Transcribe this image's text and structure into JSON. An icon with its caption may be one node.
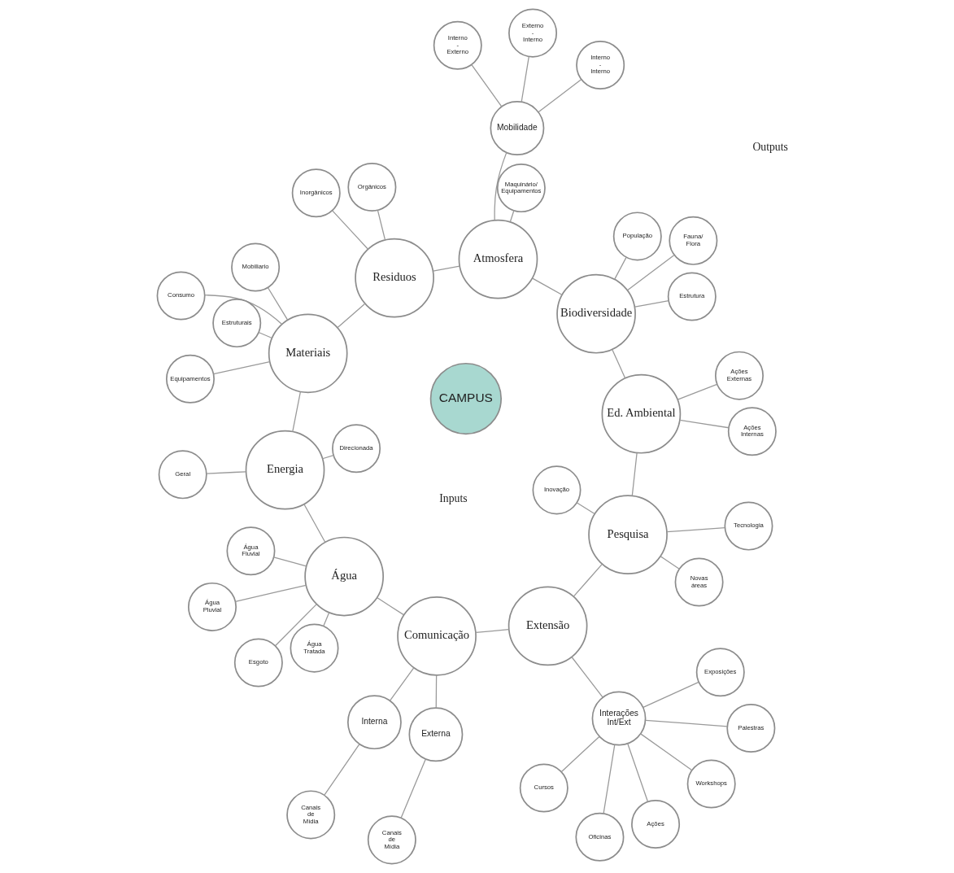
{
  "diagram": {
    "nodes": [
      {
        "text": [
          "CAMPUS"
        ]
      },
      {
        "text": [
          "Água"
        ]
      },
      {
        "text": [
          "Água Tratada"
        ]
      },
      {
        "text": [
          "Água Pluvial"
        ]
      },
      {
        "text": [
          "Água Fluvial"
        ]
      },
      {
        "text": [
          "Esgoto"
        ]
      },
      {
        "text": [
          "Comunicação"
        ]
      },
      {
        "text": [
          "Interna"
        ]
      },
      {
        "text": [
          "Canais de Mídia"
        ]
      },
      {
        "text": [
          "Externa"
        ]
      },
      {
        "text": [
          "Canais de Mídia"
        ]
      },
      {
        "text": [
          "Extensão"
        ]
      },
      {
        "text": [
          "Interações Int/Ext"
        ]
      },
      {
        "text": [
          "Workshops"
        ]
      },
      {
        "text": [
          "Palestras"
        ]
      },
      {
        "text": [
          "Exposições"
        ]
      },
      {
        "text": [
          "Oficinas"
        ]
      },
      {
        "text": [
          "Ações"
        ]
      },
      {
        "text": [
          "Cursos"
        ]
      },
      {
        "text": [
          "Pesquisa"
        ]
      },
      {
        "text": [
          "Inovação"
        ]
      },
      {
        "text": [
          "Tecnologia"
        ]
      },
      {
        "text": [
          "Novas áreas"
        ]
      },
      {
        "text": [
          "Ed. Ambiental"
        ]
      },
      {
        "text": [
          "Ações Internas"
        ]
      },
      {
        "text": [
          "Ações Externas"
        ]
      },
      {
        "text": [
          "Biodiversidade"
        ]
      },
      {
        "text": [
          "Fauna/ Flora"
        ]
      },
      {
        "text": [
          "População"
        ]
      },
      {
        "text": [
          "Estrutura"
        ]
      },
      {
        "text": [
          "Atmosfera"
        ]
      },
      {
        "text": [
          "Maquinário/ Equipamentos"
        ]
      },
      {
        "text": [
          "Mobilidade"
        ]
      },
      {
        "text": [
          "Interno - Externo"
        ]
      },
      {
        "text": [
          "Externo - Interno"
        ]
      },
      {
        "text": [
          "Interno - Interno"
        ]
      },
      {
        "text": [
          "Residuos"
        ]
      },
      {
        "text": [
          "Inorgânicos"
        ]
      },
      {
        "text": [
          "Orgânicos"
        ]
      },
      {
        "text": [
          "Materiais"
        ]
      },
      {
        "text": [
          "Equipamentos"
        ]
      },
      {
        "text": [
          "Mobiliario"
        ]
      },
      {
        "text": [
          "Consumo"
        ]
      },
      {
        "text": [
          "Estruturais"
        ]
      },
      {
        "text": [
          "Energia"
        ]
      },
      {
        "text": [
          "Direcionada"
        ]
      },
      {
        "text": [
          "Geral"
        ]
      }
    ],
    "edges": [
      {
        "from": 1,
        "to": 6,
        "arrow": "none"
      },
      {
        "from": 6,
        "to": 11,
        "arrow": "none"
      },
      {
        "from": 11,
        "to": 19,
        "arrow": "none"
      },
      {
        "from": 19,
        "to": 23,
        "arrow": "none"
      },
      {
        "from": 23,
        "to": 26,
        "arrow": "none"
      },
      {
        "from": 26,
        "to": 30,
        "arrow": "none"
      },
      {
        "from": 30,
        "to": 36,
        "arrow": "none"
      },
      {
        "from": 36,
        "to": 39,
        "arrow": "none"
      },
      {
        "from": 39,
        "to": 44,
        "arrow": "none"
      },
      {
        "from": 44,
        "to": 1,
        "arrow": "none"
      },
      {
        "from": 1,
        "to": 2,
        "arrow": "none"
      },
      {
        "from": 1,
        "to": 3,
        "arrow": "none"
      },
      {
        "from": 1,
        "to": 4,
        "arrow": "none"
      },
      {
        "from": 1,
        "to": 5,
        "arrow": "none"
      },
      {
        "from": 6,
        "to": 7,
        "arrow": "none"
      },
      {
        "from": 7,
        "to": 8,
        "arrow": "none"
      },
      {
        "from": 6,
        "to": 9,
        "arrow": "none"
      },
      {
        "from": 9,
        "to": 10,
        "arrow": "none"
      },
      {
        "from": 11,
        "to": 12,
        "arrow": "none"
      },
      {
        "from": 12,
        "to": 13,
        "arrow": "none"
      },
      {
        "from": 12,
        "to": 14,
        "arrow": "none"
      },
      {
        "from": 12,
        "to": 15,
        "arrow": "none"
      },
      {
        "from": 12,
        "to": 16,
        "arrow": "none"
      },
      {
        "from": 12,
        "to": 17,
        "arrow": "none"
      },
      {
        "from": 12,
        "to": 18,
        "arrow": "none"
      },
      {
        "from": 19,
        "to": 20,
        "arrow": "none"
      },
      {
        "from": 19,
        "to": 21,
        "arrow": "none"
      },
      {
        "from": 19,
        "to": 22,
        "arrow": "none"
      },
      {
        "from": 23,
        "to": 24,
        "arrow": "none"
      },
      {
        "from": 23,
        "to": 25,
        "arrow": "none"
      },
      {
        "from": 26,
        "to": 27,
        "arrow": "none"
      },
      {
        "from": 26,
        "to": 28,
        "arrow": "none"
      },
      {
        "from": 26,
        "to": 29,
        "arrow": "none"
      },
      {
        "from": 30,
        "to": 31,
        "arrow": "none"
      },
      {
        "from": 30,
        "to": 32,
        "arrow": "none"
      },
      {
        "from": 32,
        "to": 33,
        "arrow": "none"
      },
      {
        "from": 32,
        "to": 34,
        "arrow": "none"
      },
      {
        "from": 32,
        "to": 35,
        "arrow": "none"
      },
      {
        "from": 36,
        "to": 37,
        "arrow": "none"
      },
      {
        "from": 36,
        "to": 38,
        "arrow": "none"
      },
      {
        "from": 39,
        "to": 40,
        "arrow": "none"
      },
      {
        "from": 39,
        "to": 41,
        "arrow": "none"
      },
      {
        "from": 39,
        "to": 42,
        "arrow": "none"
      },
      {
        "from": 39,
        "to": 43,
        "arrow": "none"
      },
      {
        "from": 44,
        "to": 45,
        "arrow": "none"
      },
      {
        "from": 44,
        "to": 46,
        "arrow": "none"
      }
    ],
    "labels": [
      "Inputs",
      "Outputs"
    ]
  }
}
